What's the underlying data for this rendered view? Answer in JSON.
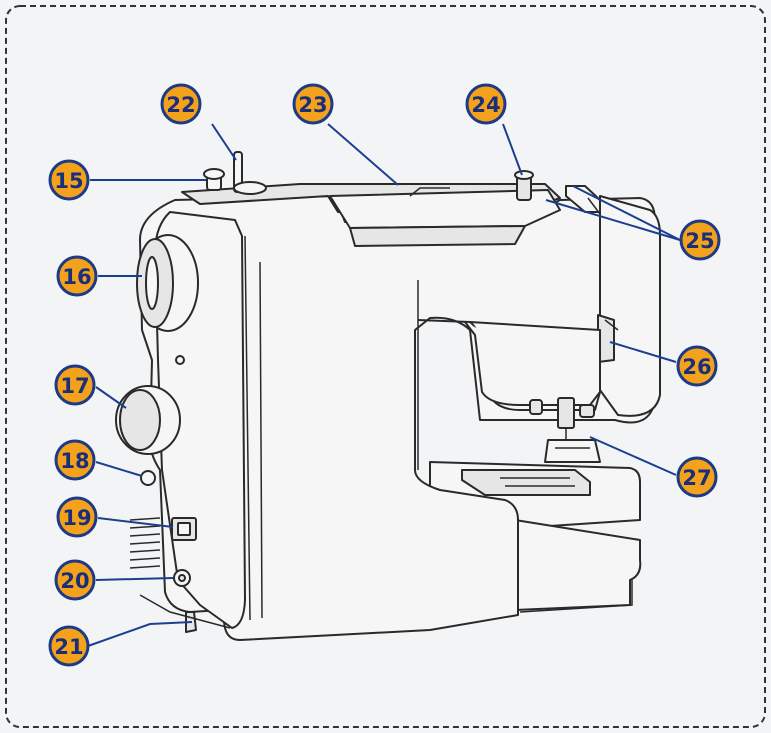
{
  "colors": {
    "callout_fill": "#f4a21c",
    "callout_ring": "#1c3a86",
    "callout_text": "#1a2f7a",
    "leader_line": "#1d3f8f",
    "background": "#f3f4f6",
    "frame_border": "#333333"
  },
  "callouts": [
    {
      "id": "15",
      "label": "15"
    },
    {
      "id": "16",
      "label": "16"
    },
    {
      "id": "17",
      "label": "17"
    },
    {
      "id": "18",
      "label": "18"
    },
    {
      "id": "19",
      "label": "19"
    },
    {
      "id": "20",
      "label": "20"
    },
    {
      "id": "21",
      "label": "21"
    },
    {
      "id": "22",
      "label": "22"
    },
    {
      "id": "23",
      "label": "23"
    },
    {
      "id": "24",
      "label": "24"
    },
    {
      "id": "25",
      "label": "25"
    },
    {
      "id": "26",
      "label": "26"
    },
    {
      "id": "27",
      "label": "27"
    }
  ]
}
